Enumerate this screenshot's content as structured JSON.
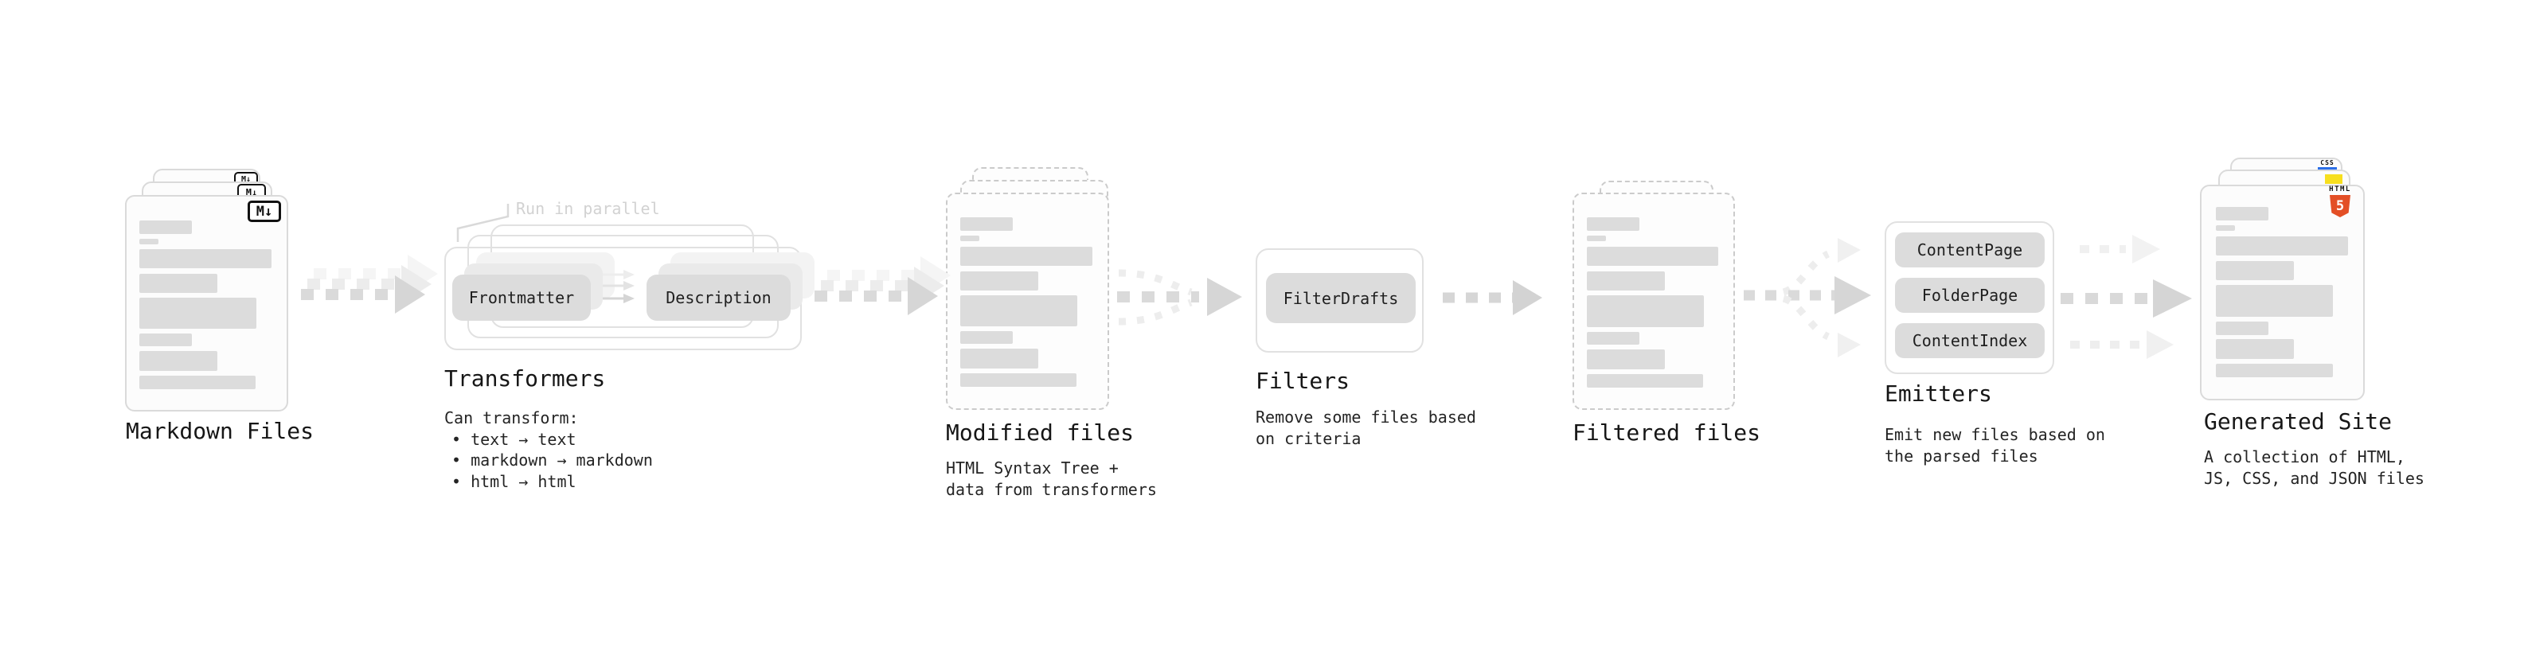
{
  "diagram": {
    "stages": {
      "markdown_files": {
        "label": "Markdown Files",
        "badge": "M↓"
      },
      "transformers": {
        "label": "Transformers",
        "annotation": "Run in parallel",
        "pills": [
          "Frontmatter",
          "Description"
        ],
        "intro": "Can transform:",
        "bullets": [
          "• text → text",
          "• markdown → markdown",
          "• html → html"
        ]
      },
      "modified_files": {
        "label": "Modified files",
        "desc": [
          "HTML Syntax Tree +",
          "data from transformers"
        ]
      },
      "filters": {
        "label": "Filters",
        "pills": [
          "FilterDrafts"
        ],
        "desc": [
          "Remove some files based",
          "on criteria"
        ]
      },
      "filtered_files": {
        "label": "Filtered files"
      },
      "emitters": {
        "label": "Emitters",
        "pills": [
          "ContentPage",
          "FolderPage",
          "ContentIndex"
        ],
        "desc": [
          "Emit new files based on",
          "the parsed files"
        ]
      },
      "generated_site": {
        "label": "Generated Site",
        "desc": [
          "A collection of HTML,",
          "JS, CSS, and JSON files"
        ],
        "badges": {
          "css": "CSS",
          "html": "HTML",
          "html_number": "5"
        }
      }
    },
    "colors": {
      "arrow": "#d9d9d9",
      "arrow_light": "#ececec",
      "pill_bg": "#dcdcdc",
      "card_border": "#dadada",
      "dashed_border": "#cbcbcb",
      "skeleton_bar": "#dcdcdc",
      "annotation": "#d2d2d2",
      "html5_orange": "#e34f26",
      "js_yellow": "#f7df1e",
      "css_blue": "#2c6fe8",
      "text": "#1f1f1f"
    }
  }
}
